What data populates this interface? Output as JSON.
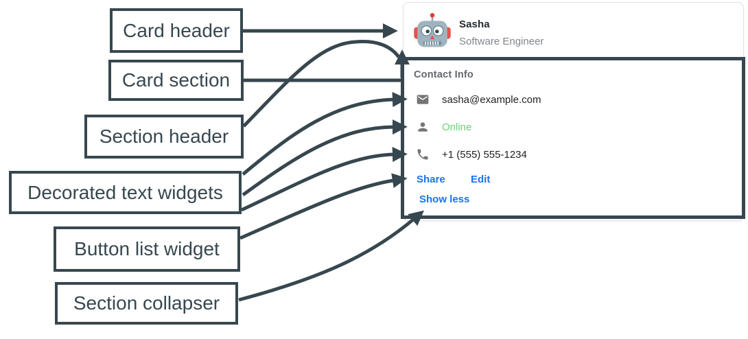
{
  "annotations": {
    "labels": [
      {
        "id": "card-header",
        "text": "Card header"
      },
      {
        "id": "card-section",
        "text": "Card section"
      },
      {
        "id": "section-header",
        "text": "Section header"
      },
      {
        "id": "decorated-text",
        "text": "Decorated text widgets"
      },
      {
        "id": "button-list",
        "text": "Button list widget"
      },
      {
        "id": "collapser",
        "text": "Section collapser"
      }
    ],
    "arrow_color": "#37474F"
  },
  "card": {
    "header": {
      "avatar_icon": "robot-avatar-icon",
      "name": "Sasha",
      "subtitle": "Software Engineer"
    },
    "section": {
      "header": "Contact Info",
      "rows": [
        {
          "icon": "mail-icon",
          "text": "sasha@example.com",
          "status": "normal"
        },
        {
          "icon": "person-icon",
          "text": "Online",
          "status": "online"
        },
        {
          "icon": "phone-icon",
          "text": "+1 (555) 555-1234",
          "status": "normal"
        }
      ],
      "buttons": [
        {
          "label": "Share"
        },
        {
          "label": "Edit"
        }
      ],
      "collapser_label": "Show less"
    }
  },
  "colors": {
    "annotation_slate": "#37474F",
    "link_blue": "#1A73E8",
    "online_green": "#6FCE73",
    "subtitle_gray": "#80868B",
    "section_header_gray": "#63686D",
    "body_text": "#202124",
    "icon_gray": "#757575",
    "card_border": "#DFE1E5"
  }
}
